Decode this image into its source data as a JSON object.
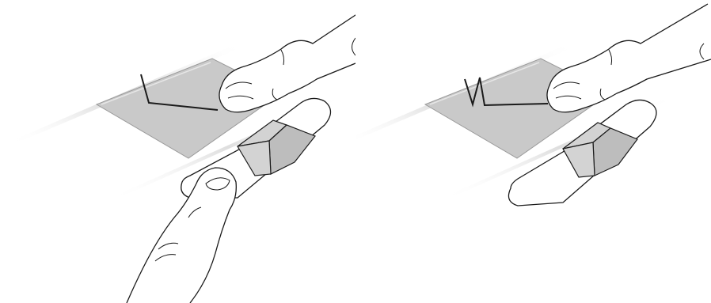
{
  "figure": {
    "panels": [
      {
        "id": "left",
        "gesture": "drag-with-button-held",
        "fingers": 2
      },
      {
        "id": "right",
        "gesture": "double-tap-and-drag",
        "fingers": 1
      }
    ],
    "colors": {
      "outline": "#1a1a1a",
      "pad_fill": "#c9c9c9",
      "button_fill": "#bdbdbd",
      "button_light": "#d3d3d3",
      "surface_edge": "#cfcfcf",
      "finger_fill": "#ffffff"
    },
    "icons": [
      "touchpad-icon",
      "finger-icon",
      "button-icon",
      "motion-path-icon"
    ]
  }
}
